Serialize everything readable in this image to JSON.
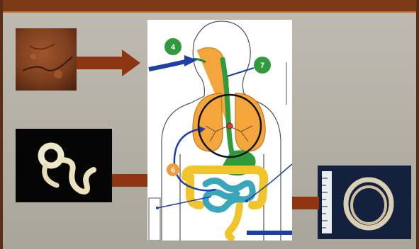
{
  "diagram": {
    "badges": [
      {
        "label": "4",
        "color": "#2f9b3c"
      },
      {
        "label": "7",
        "color": "#2f9b3c"
      },
      {
        "label": "6",
        "color": "#f39b3a"
      }
    ]
  },
  "colors": {
    "border": "#5a2e16",
    "arrow": "#8e3512",
    "path_blue": "#1f3fa6",
    "respiratory": "#f4a53c",
    "esophagus": "#2f9b3c",
    "small_intestine": "#3aa6b9",
    "large_intestine": "#f2c42c"
  },
  "icons": [
    "larva-photo",
    "worm-photo",
    "adult-worm-photo"
  ]
}
